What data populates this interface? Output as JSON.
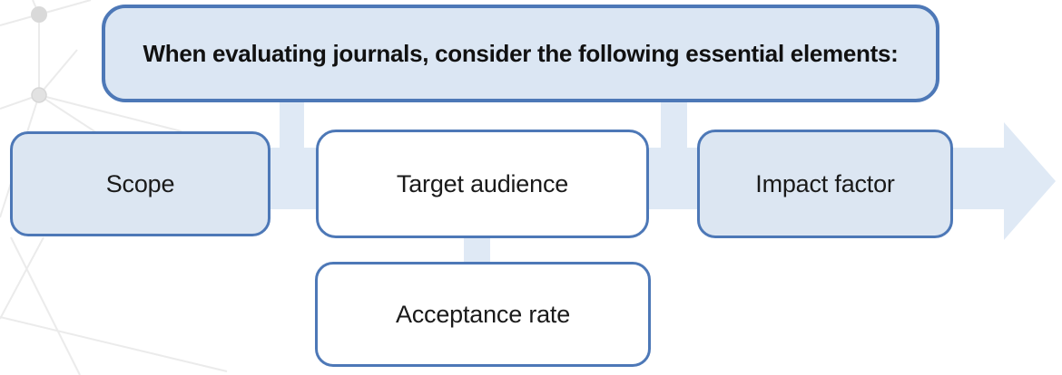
{
  "header": {
    "label": "When evaluating journals, consider the following essential elements:"
  },
  "elements": [
    {
      "id": "scope",
      "label": "Scope",
      "style": "filled"
    },
    {
      "id": "target-audience",
      "label": "Target audience",
      "style": "white"
    },
    {
      "id": "impact-factor",
      "label": "Impact factor",
      "style": "filled"
    },
    {
      "id": "acceptance-rate",
      "label": "Acceptance rate",
      "style": "white"
    }
  ],
  "arrow": {
    "direction": "right",
    "fill": "#dfe9f5"
  },
  "colors": {
    "box_fill": "#dce6f2",
    "header_fill": "#dbe6f3",
    "box_border": "#4d78b7",
    "arrow_fill": "#dfe9f5",
    "text": "#1a1a1a",
    "network_line": "#ebebeb",
    "network_node": "#d9d9d9"
  }
}
